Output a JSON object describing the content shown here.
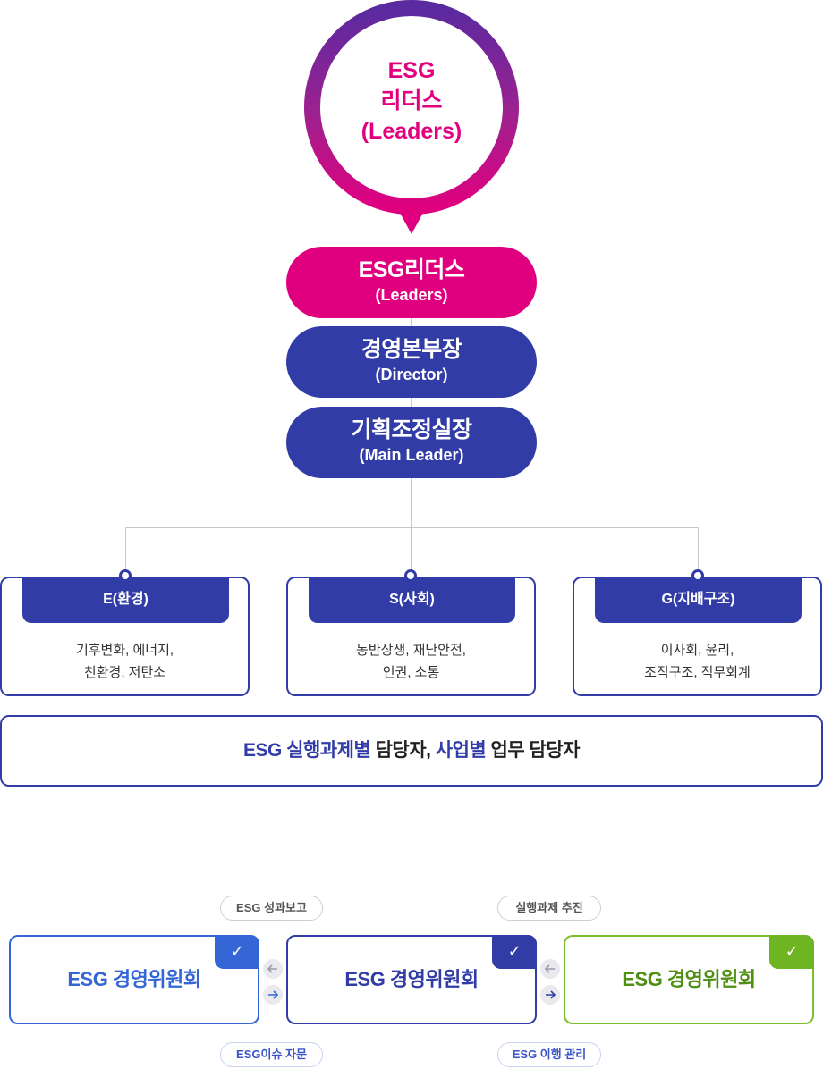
{
  "pin": {
    "line1": "ESG",
    "line2": "리더스",
    "line3": "(Leaders)"
  },
  "hierarchy": [
    {
      "title": "ESG리더스",
      "subtitle": "(Leaders)"
    },
    {
      "title": "경영본부장",
      "subtitle": "(Director)"
    },
    {
      "title": "기획조정실장",
      "subtitle": "(Main Leader)"
    }
  ],
  "departments": [
    {
      "label": "E(환경)",
      "desc1": "기후변화, 에너지,",
      "desc2": "친환경, 저탄소"
    },
    {
      "label": "S(사회)",
      "desc1": "동반상생, 재난안전,",
      "desc2": "인권, 소통"
    },
    {
      "label": "G(지배구조)",
      "desc1": "이사회, 윤리,",
      "desc2": "조직구조, 직무회계"
    }
  ],
  "staff": {
    "part1": "ESG 실행과제별",
    "part2": " 담당자, ",
    "part3": "사업별",
    "part4": " 업무 담당자"
  },
  "flow": {
    "tags_top": [
      "ESG 성과보고",
      "실행과제 추진"
    ],
    "tags_bottom": [
      "ESG이슈 자문",
      "ESG 이행 관리"
    ],
    "committees": [
      {
        "label": "ESG 경영위원회",
        "color": "#3466d6"
      },
      {
        "label": "ESG 경영위원회",
        "color": "#323ca6"
      },
      {
        "label": "ESG 경영위원회",
        "color": "#5fa81a"
      }
    ],
    "check_icon": "✓"
  },
  "colors": {
    "magenta": "#e0007f",
    "navy": "#323ca6",
    "blue": "#3466d6",
    "green": "#5fa81a"
  }
}
